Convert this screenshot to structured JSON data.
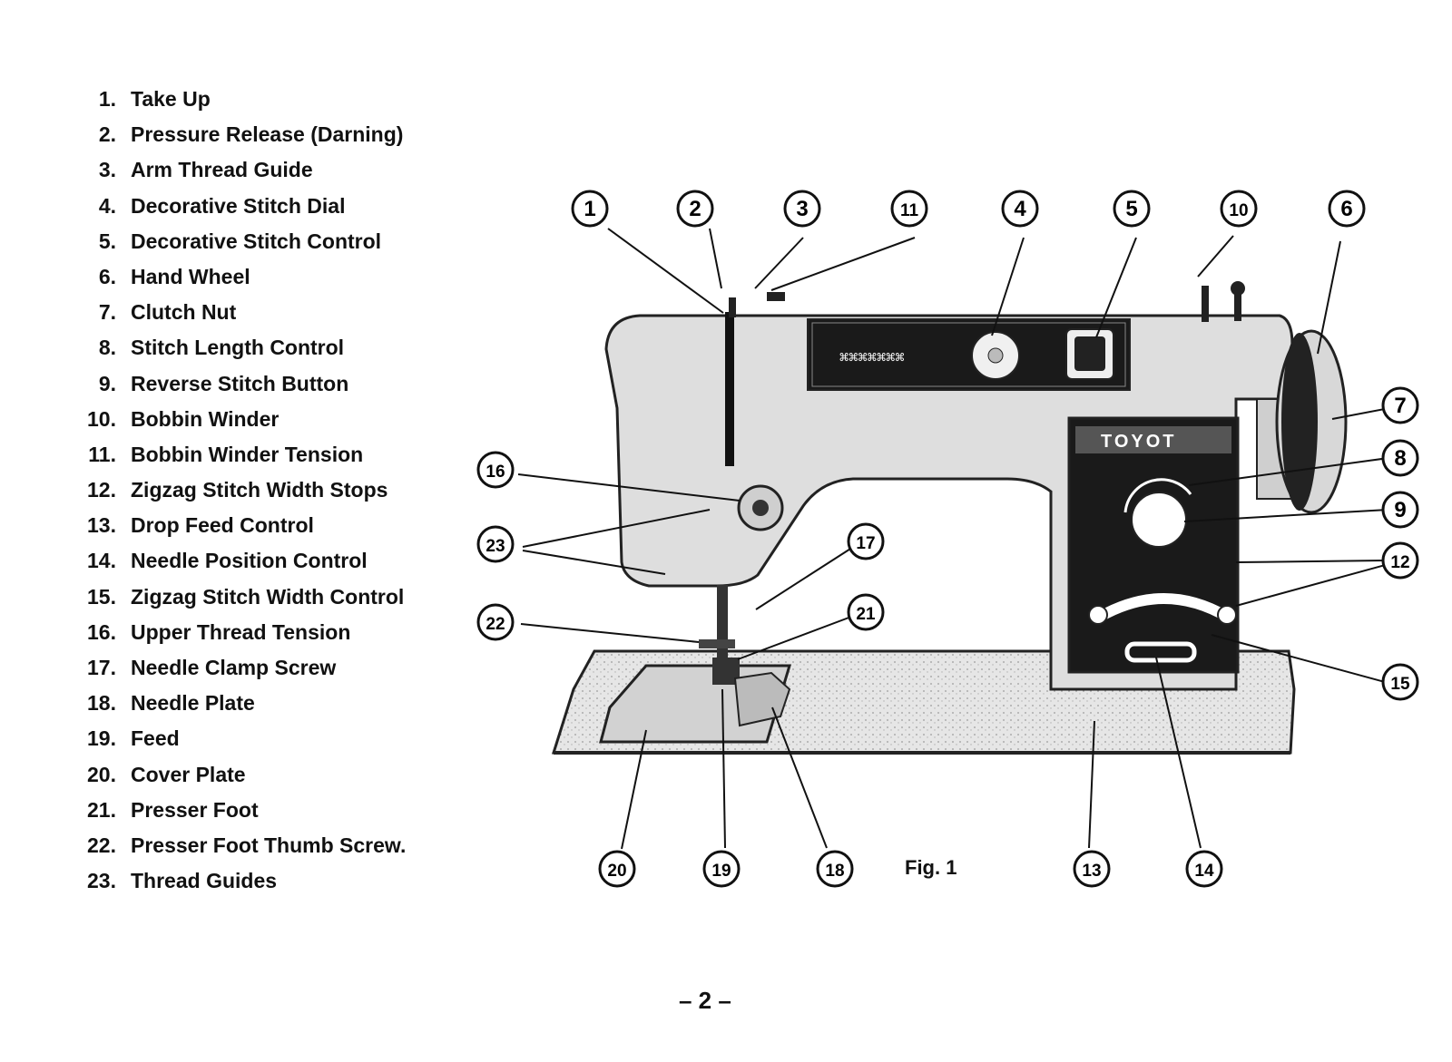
{
  "parts": [
    {
      "num": "1.",
      "name": "Take Up"
    },
    {
      "num": "2.",
      "name": "Pressure Release (Darning)"
    },
    {
      "num": "3.",
      "name": "Arm Thread Guide"
    },
    {
      "num": "4.",
      "name": "Decorative Stitch Dial"
    },
    {
      "num": "5.",
      "name": "Decorative Stitch Control"
    },
    {
      "num": "6.",
      "name": "Hand Wheel"
    },
    {
      "num": "7.",
      "name": "Clutch Nut"
    },
    {
      "num": "8.",
      "name": "Stitch Length Control"
    },
    {
      "num": "9.",
      "name": "Reverse Stitch Button"
    },
    {
      "num": "10.",
      "name": "Bobbin Winder"
    },
    {
      "num": "11.",
      "name": "Bobbin Winder Tension"
    },
    {
      "num": "12.",
      "name": "Zigzag Stitch Width Stops"
    },
    {
      "num": "13.",
      "name": "Drop Feed Control"
    },
    {
      "num": "14.",
      "name": "Needle Position Control"
    },
    {
      "num": "15.",
      "name": "Zigzag Stitch Width Control"
    },
    {
      "num": "16.",
      "name": "Upper Thread Tension"
    },
    {
      "num": "17.",
      "name": "Needle Clamp Screw"
    },
    {
      "num": "18.",
      "name": "Needle Plate"
    },
    {
      "num": "19.",
      "name": "Feed"
    },
    {
      "num": "20.",
      "name": "Cover Plate"
    },
    {
      "num": "21.",
      "name": "Presser Foot"
    },
    {
      "num": "22.",
      "name": "Presser Foot Thumb Screw."
    },
    {
      "num": "23.",
      "name": "Thread Guides"
    }
  ],
  "callouts": [
    "1",
    "2",
    "3",
    "11",
    "4",
    "5",
    "10",
    "6",
    "7",
    "8",
    "9",
    "12",
    "15",
    "16",
    "23",
    "17",
    "21",
    "22",
    "20",
    "19",
    "18",
    "13",
    "14"
  ],
  "brand": "TOYOT",
  "figure_label": "Fig. 1",
  "page_number": "– 2 –"
}
